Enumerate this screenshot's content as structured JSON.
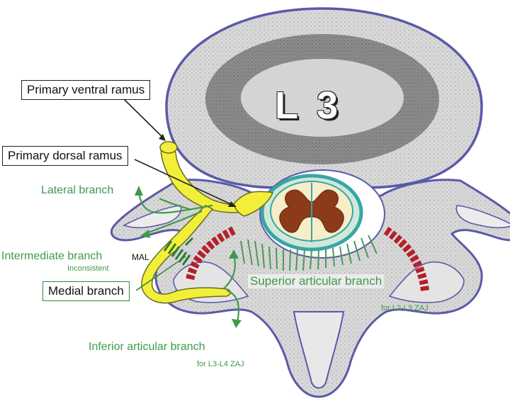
{
  "vertebra_label": "L 3",
  "labels": {
    "primary_ventral_ramus": "Primary ventral ramus",
    "primary_dorsal_ramus": "Primary dorsal ramus",
    "lateral_branch": "Lateral branch",
    "intermediate_branch": "Intermediate branch",
    "inconsistent": "Inconsistent",
    "mal": "MAL",
    "medial_branch": "Medial branch",
    "superior_articular_branch": "Superior articular branch",
    "for_l2_l3": "for L2-L3 ZAJ",
    "inferior_articular_branch": "Inferior articular branch",
    "for_l3_l4": "for L3-L4 ZAJ"
  },
  "colors": {
    "outline": "#5a5aa8",
    "bone": "#d6d6d6",
    "nerve": "#f2ef3a",
    "branch_green": "#3f9a4c",
    "joint_red": "#b3202a",
    "cord_brown": "#8b3a1a"
  }
}
